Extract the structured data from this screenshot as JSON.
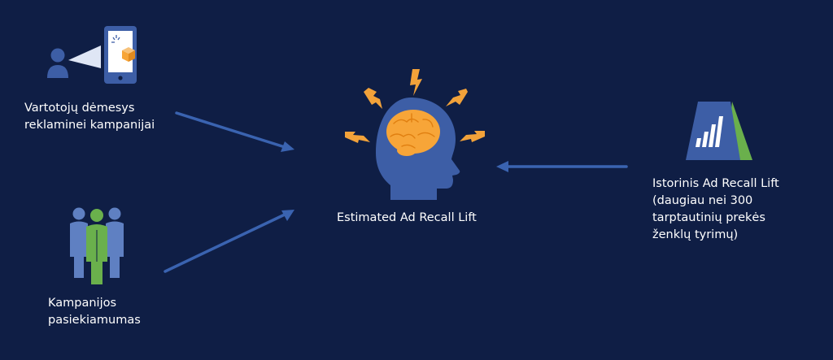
{
  "colors": {
    "background": "#0f1e45",
    "icon_blue": "#3d5ea6",
    "icon_blue_light": "#5f80c2",
    "accent_green": "#6ab04c",
    "brain_orange": "#f7a538",
    "bolt_orange": "#f2a23a",
    "arrow_blue": "#3a63b0",
    "text": "#ffffff"
  },
  "nodes": {
    "attention": {
      "icon": "person-phone-icon",
      "lines": [
        "Vartotojų dėmesys",
        "reklaminei kampanijai"
      ]
    },
    "reach": {
      "icon": "people-group-icon",
      "lines": [
        "Kampanijos",
        "pasiekiamumas"
      ]
    },
    "center": {
      "icon": "brain-head-icon",
      "lines": [
        "Estimated Ad Recall Lift"
      ]
    },
    "historical": {
      "icon": "bar-chart-sign-icon",
      "lines": [
        "Istorinis Ad Recall Lift",
        "(daugiau nei 300",
        "tarptautinių prekės",
        "ženklų tyrimų)"
      ]
    }
  }
}
